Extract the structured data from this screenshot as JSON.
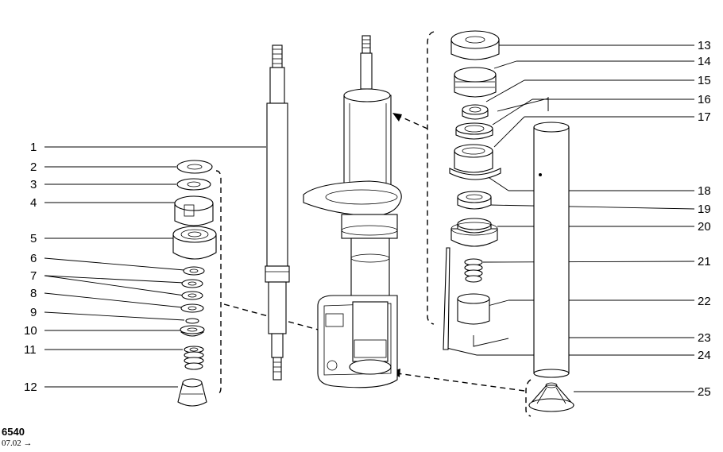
{
  "diagram": {
    "callouts_left": [
      "1",
      "2",
      "3",
      "4",
      "5",
      "6",
      "7",
      "8",
      "9",
      "10",
      "11",
      "12"
    ],
    "callouts_right": [
      "13",
      "14",
      "15",
      "16",
      "17",
      "18",
      "19",
      "20",
      "21",
      "22",
      "23",
      "24",
      "25"
    ]
  },
  "footer": {
    "code": "6540",
    "date": "07.02 →"
  }
}
